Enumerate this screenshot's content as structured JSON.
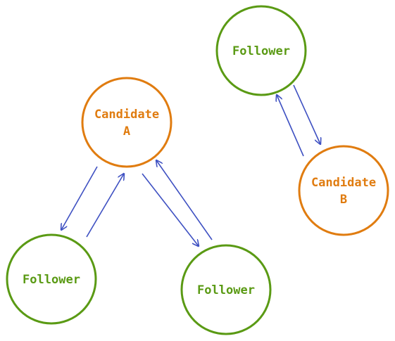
{
  "colors": {
    "candidate": "#e07c10",
    "follower": "#5a9a14",
    "arrow": "#3f51c2",
    "background": "#ffffff"
  },
  "nodes": {
    "candidate_a": {
      "role": "candidate",
      "lines": [
        "Candidate",
        "A"
      ]
    },
    "candidate_b": {
      "role": "candidate",
      "lines": [
        "Candidate",
        "B"
      ]
    },
    "follower_top": {
      "role": "follower",
      "lines": [
        "Follower"
      ]
    },
    "follower_bottom_left": {
      "role": "follower",
      "lines": [
        "Follower"
      ]
    },
    "follower_bottom_middle": {
      "role": "follower",
      "lines": [
        "Follower"
      ]
    }
  },
  "edges": [
    {
      "from": "candidate_a",
      "to": "follower_bottom_left"
    },
    {
      "from": "follower_bottom_left",
      "to": "candidate_a"
    },
    {
      "from": "candidate_a",
      "to": "follower_bottom_middle"
    },
    {
      "from": "follower_bottom_middle",
      "to": "candidate_a"
    },
    {
      "from": "follower_top",
      "to": "candidate_b"
    },
    {
      "from": "candidate_b",
      "to": "follower_top"
    }
  ]
}
